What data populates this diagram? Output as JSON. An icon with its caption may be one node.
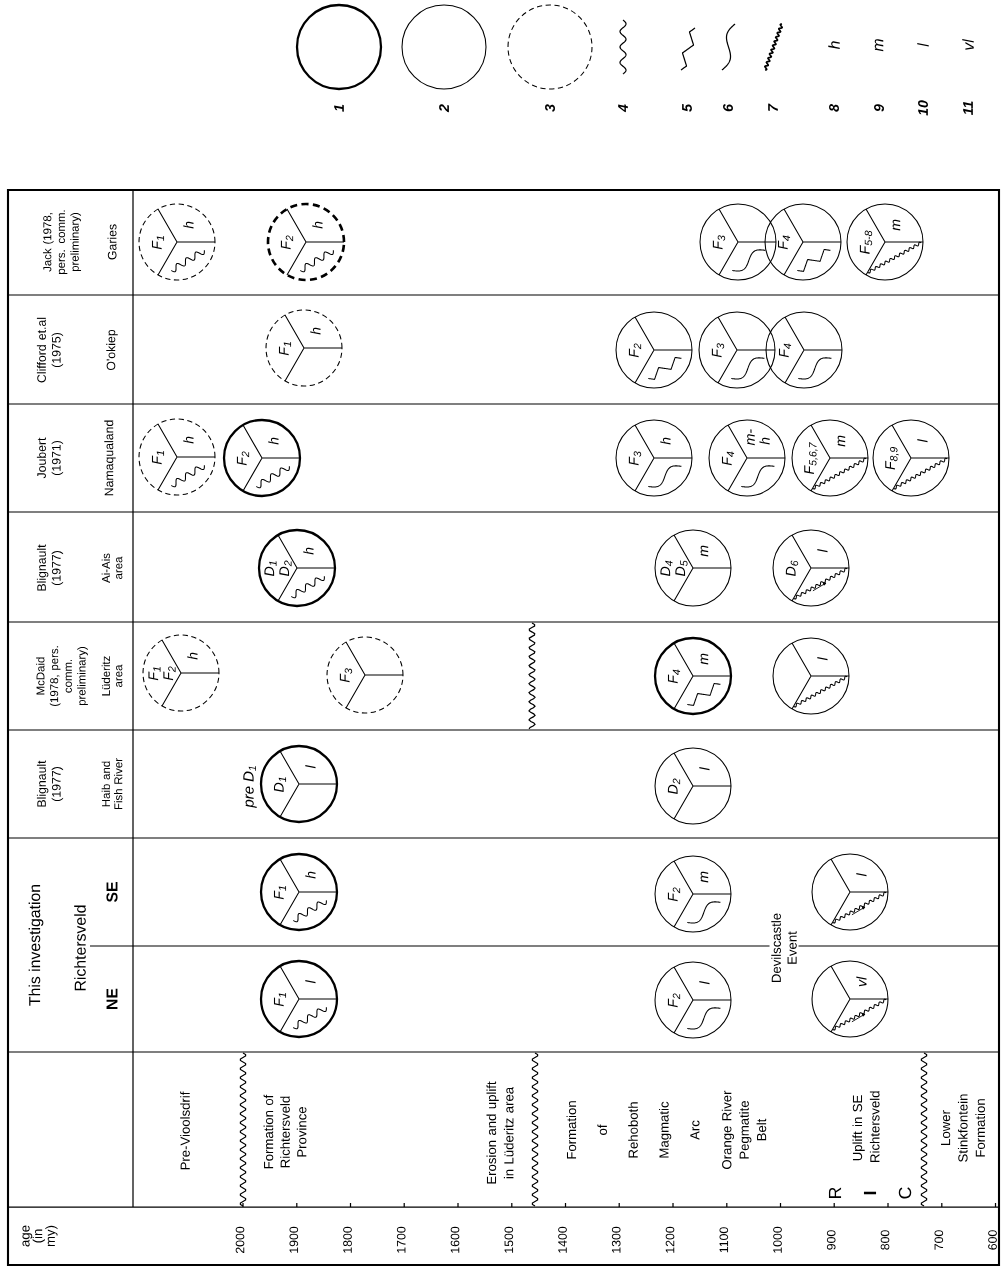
{
  "diagram": {
    "nodes": [
      {
        "text": [
          "F$_{1}$",
          "h"
        ]
      },
      {
        "text": [
          "F$_{2}$",
          "h"
        ]
      },
      {
        "text": [
          "F$_{3}$"
        ]
      },
      {
        "text": [
          "F$_{4}$"
        ]
      },
      {
        "text": [
          "F$_{5-8}$",
          "m"
        ]
      },
      {
        "text": [
          "F$_{1}$",
          "h"
        ]
      },
      {
        "text": [
          "F$_{2}$"
        ]
      },
      {
        "text": [
          "F$_{3}$"
        ]
      },
      {
        "text": [
          "F$_{4}$"
        ]
      },
      {
        "text": [
          "F$_{1}$",
          "h"
        ]
      },
      {
        "text": [
          "F$_{2}$",
          "h"
        ]
      },
      {
        "text": [
          "F$_{3}$",
          "h"
        ]
      },
      {
        "text": [
          "F$_{4}$",
          "m-h"
        ]
      },
      {
        "text": [
          "F$_{5,6,7}$",
          "m"
        ]
      },
      {
        "text": [
          "F$_{8,9}$",
          "l"
        ]
      },
      {
        "text": [
          "D$_{1}$ D$_{2}$",
          "h"
        ]
      },
      {
        "text": [
          "D$_{4}$ D$_{5}$",
          "m"
        ]
      },
      {
        "text": [
          "D$_{6}$",
          "l"
        ]
      },
      {
        "text": [
          "F$_{1}$ F$_{2}$",
          "h"
        ]
      },
      {
        "text": [
          "F$_{3}$"
        ]
      },
      {
        "text": [
          "F$_{4}$",
          "m"
        ]
      },
      {
        "text": [
          "l"
        ]
      },
      {
        "text": [
          "D$_{1}$",
          "l"
        ],
        "beside": [
          "pre D$_{1}$"
        ]
      },
      {
        "text": [
          "D$_{2}$",
          "l"
        ]
      },
      {
        "text": [
          "F$_{1}$",
          "h"
        ]
      },
      {
        "text": [
          "F$_{2}$",
          "m"
        ]
      },
      {
        "text": [
          "l"
        ]
      },
      {
        "text": [
          "F$_{1}$",
          "l"
        ]
      },
      {
        "text": [
          "F$_{2}$",
          "l"
        ]
      },
      {
        "text": [
          "vl"
        ]
      }
    ],
    "labels": [
      "h",
      "m",
      "l",
      "vl",
      "Jack (1978, pers. comm. preliminary)",
      "Garies",
      "Clifford et.al (1975)",
      "O'okiep",
      "Joubert (1971)",
      "Namaqualand",
      "Blignault (1977)",
      "Ai-Ais area",
      "McDaid (1978, pers. comm. preliminary)",
      "Lüderitz area",
      "Blignault (1977)",
      "Haib and Fish River",
      "This investigation",
      "Richtersveld",
      "SE",
      "NE",
      "Devilscastle Event",
      "Pre-Vioolsdrif",
      "Formation of Richtersveld Province",
      "Erosion and uplift in Lüderitz area",
      "Formation of Rehoboth Magmatic Arc",
      "Orange River Pegmatite Belt",
      "Uplift in SE Richtersveld",
      "R",
      "I",
      "C",
      "Lower Stinkfontein Formation",
      "age (in my)",
      "2000",
      "1900",
      "1800",
      "1700",
      "1600",
      "1500",
      "1400",
      "1300",
      "1200",
      "1100",
      "1000",
      "900",
      "800",
      "700",
      "600"
    ],
    "legend": [
      {
        "text": "1"
      },
      {
        "text": "2"
      },
      {
        "text": "3"
      },
      {
        "text": "4"
      },
      {
        "text": "5"
      },
      {
        "text": "6"
      },
      {
        "text": "7"
      },
      {
        "text": "8"
      },
      {
        "text": "9"
      },
      {
        "text": "10"
      },
      {
        "text": "11"
      }
    ]
  }
}
